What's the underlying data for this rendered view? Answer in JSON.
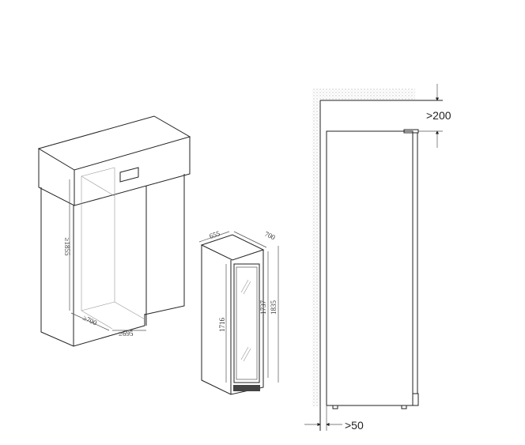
{
  "niche": {
    "height_label": "≥1855",
    "depth_label": "≥700",
    "width_label": "≥695"
  },
  "appliance": {
    "width_label": "655",
    "depth_label": "700",
    "door_height_label": "1716",
    "body_height_label": "1737",
    "total_height_label": "1835"
  },
  "side_view": {
    "top_clearance_label": ">200",
    "rear_clearance_label": ">50"
  },
  "colors": {
    "line": "#222222",
    "hatch": "#bbbbbb"
  }
}
